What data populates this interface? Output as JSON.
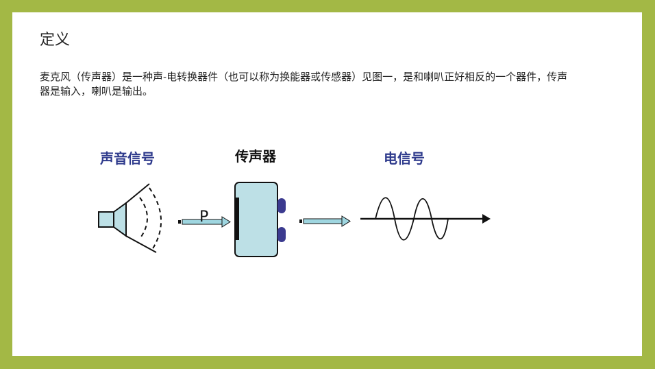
{
  "slide": {
    "title": "定义",
    "paragraph": "麦克风（传声器）是一种声-电转换器件（也可以称为换能器或传感器）见图一，是和喇叭正好相反的一个器件，传声器是输入，喇叭是输出。"
  },
  "diagram": {
    "labels": {
      "sound_signal": "声音信号",
      "microphone": "传声器",
      "electric_signal": "电信号",
      "pressure": "P"
    },
    "colors": {
      "label_blue": "#2e3a8c",
      "device_fill": "#bde0e6",
      "knob": "#3b3a8f",
      "arrow_fill": "#9fd6e0",
      "frame_green": "#a3b845"
    }
  }
}
